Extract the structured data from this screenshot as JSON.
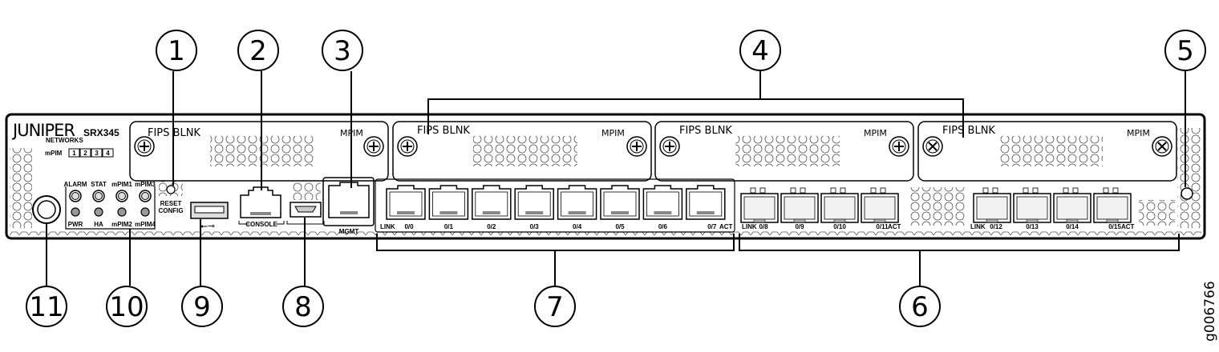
{
  "figure_id": "g006766",
  "device": {
    "brand": "JUNIPER",
    "brand_sub": "NETWORKS",
    "model": "SRX345",
    "mpim_label": "mPIM",
    "mpim_numbers": [
      "1",
      "2",
      "3",
      "4"
    ]
  },
  "slots": [
    {
      "left": "FIPS BLNK",
      "right": "MPIM"
    },
    {
      "left": "FIPS BLNK",
      "right": "MPIM"
    },
    {
      "left": "FIPS BLNK",
      "right": "MPIM"
    },
    {
      "left": "FIPS BLNK",
      "right": "MPIM"
    }
  ],
  "leds": {
    "top": [
      "ALARM",
      "STAT",
      "mPIM1",
      "mPIM3"
    ],
    "bottom": [
      "PWR",
      "HA",
      "mPIM2",
      "mPIM4"
    ]
  },
  "labels": {
    "reset1": "RESET",
    "reset2": "CONFIG",
    "console": "CONSOLE",
    "mgmt": "MGMT",
    "link": "LINK",
    "act": "ACT"
  },
  "rj45_ports": [
    "0/0",
    "0/1",
    "0/2",
    "0/3",
    "0/4",
    "0/5",
    "0/6",
    "0/7"
  ],
  "sfp_ports_a": [
    "0/8",
    "0/9",
    "0/10",
    "0/11"
  ],
  "sfp_ports_b": [
    "0/12",
    "0/13",
    "0/14",
    "0/15"
  ],
  "callouts": [
    "1",
    "2",
    "3",
    "4",
    "5",
    "6",
    "7",
    "8",
    "9",
    "10",
    "11"
  ]
}
